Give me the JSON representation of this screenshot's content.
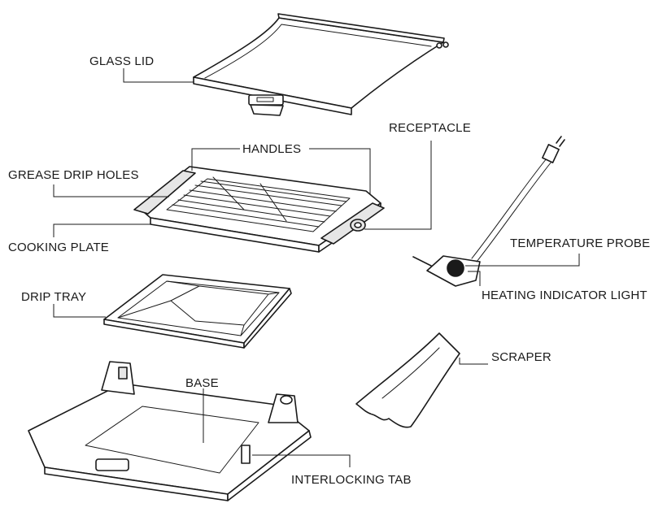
{
  "labels": {
    "glass_lid": "GLASS LID",
    "handles": "HANDLES",
    "receptacle": "RECEPTACLE",
    "grease_drip_holes": "GREASE DRIP HOLES",
    "cooking_plate": "COOKING PLATE",
    "temperature_probe": "TEMPERATURE PROBE",
    "heating_indicator_light": "HEATING INDICATOR LIGHT",
    "drip_tray": "DRIP TRAY",
    "scraper": "SCRAPER",
    "base": "BASE",
    "interlocking_tab": "INTERLOCKING TAB"
  },
  "colors": {
    "line": "#1a1a1a",
    "background": "#ffffff"
  }
}
